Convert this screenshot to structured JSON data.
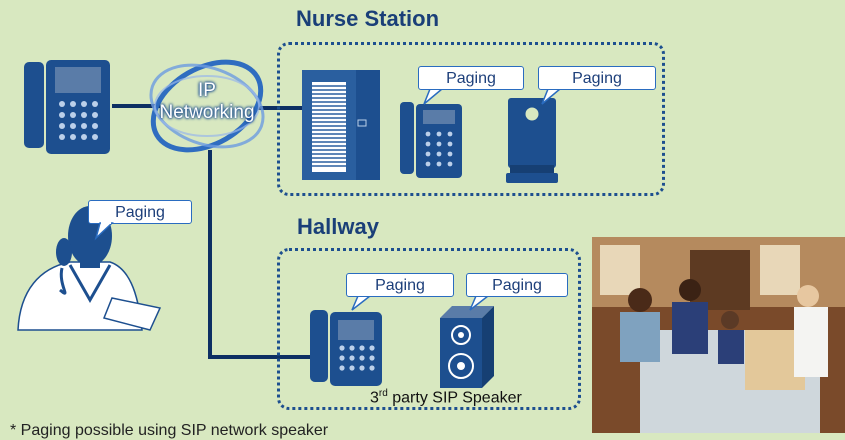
{
  "titles": {
    "nurse_station": "Nurse Station",
    "hallway": "Hallway"
  },
  "network": {
    "line1": "IP",
    "line2": "Networking"
  },
  "bubbles": {
    "doctor": "Paging",
    "nurse_phone": "Paging",
    "nurse_speaker": "Paging",
    "hall_phone": "Paging",
    "hall_speaker": "Paging"
  },
  "speaker_caption": {
    "prefix": "3",
    "sup": "rd",
    "rest": " party SIP Speaker"
  },
  "footnote": "* Paging possible using SIP network speaker",
  "colors": {
    "background": "#d8e8c0",
    "device_blue": "#1d4f8f",
    "title_navy": "#1a3f78",
    "bubble_border": "#2a6cc0"
  }
}
